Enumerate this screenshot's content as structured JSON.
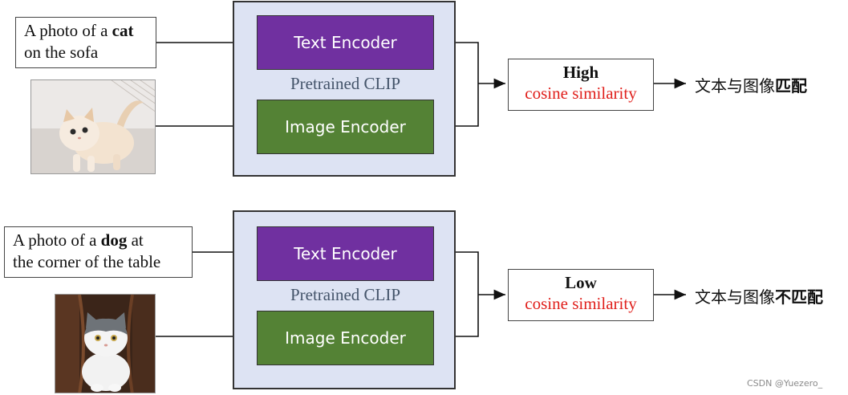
{
  "rows": [
    {
      "caption": {
        "pre": "A photo of a ",
        "bold": "cat",
        "post": "on the sofa"
      },
      "clip": {
        "text_encoder": "Text Encoder",
        "label": "Pretrained CLIP",
        "image_encoder": "Image Encoder"
      },
      "result": {
        "level": "High",
        "similarity": "cosine similarity"
      },
      "verdict": {
        "prefix": "文本与图像",
        "emph": "匹配"
      }
    },
    {
      "caption": {
        "pre": "A photo of a ",
        "bold": "dog",
        "post": " at",
        "line2": "the corner of the table"
      },
      "clip": {
        "text_encoder": "Text Encoder",
        "label": "Pretrained CLIP",
        "image_encoder": "Image Encoder"
      },
      "result": {
        "level": "Low",
        "similarity": "cosine similarity"
      },
      "verdict": {
        "prefix": "文本与图像",
        "emph": "不匹配"
      }
    }
  ],
  "watermark": "CSDN @Yuezero_",
  "colors": {
    "text_encoder": "#7030a0",
    "image_encoder": "#548235",
    "clip_bg": "#dde3f3",
    "similarity": "#e0201c"
  }
}
